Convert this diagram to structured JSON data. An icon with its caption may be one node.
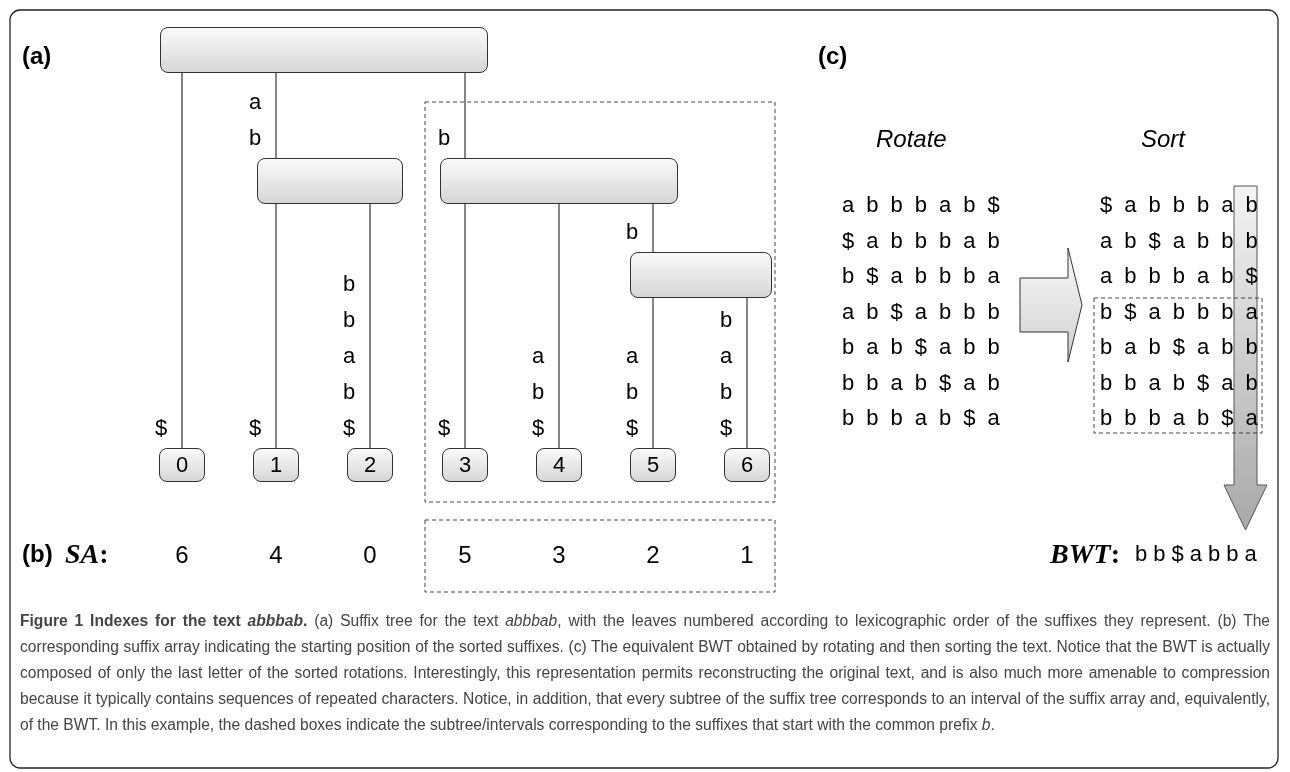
{
  "diagram": {
    "caption": "**Figure 1 Indexes for the text *abbbab*.** (a) Suffix tree for the text *abbbab*, with the leaves numbered according to lexicographic order of the suffixes they represent. (b) The corresponding suffix array indicating the starting position of the sorted suffixes. (c) The equivalent BWT obtained by rotating and then sorting the text. Notice that the BWT is actually composed of only the last letter of the sorted rotations. Interestingly, this representation permits reconstructing the original text, and is also much more amenable to compression because it typically contains sequences of repeated characters. Notice, in addition, that every subtree of the suffix tree corresponds to an interval of the suffix array and, equivalently, of the BWT. In this example, the dashed boxes indicate the subtree/intervals corresponding to the suffixes that start with the common prefix *b*.",
    "nodes": [
      {
        "text": [],
        "shape": "box"
      },
      {
        "text": [],
        "shape": "box"
      },
      {
        "text": [],
        "shape": "box"
      },
      {
        "text": [],
        "shape": "box"
      },
      {
        "text": [
          "0"
        ]
      },
      {
        "text": [
          "1"
        ]
      },
      {
        "text": [
          "2"
        ]
      },
      {
        "text": [
          "3"
        ]
      },
      {
        "text": [
          "4"
        ]
      },
      {
        "text": [
          "5"
        ]
      },
      {
        "text": [
          "6"
        ]
      }
    ],
    "edges": [
      {
        "from": 0,
        "to": 4,
        "arrow": "none",
        "label": "$"
      },
      {
        "from": 0,
        "to": 1,
        "arrow": "none",
        "label": "ab"
      },
      {
        "from": 0,
        "to": 2,
        "arrow": "none",
        "label": "b"
      },
      {
        "from": 1,
        "to": 5,
        "arrow": "none",
        "label": "$"
      },
      {
        "from": 1,
        "to": 6,
        "arrow": "none",
        "label": "bbab$"
      },
      {
        "from": 2,
        "to": 7,
        "arrow": "none",
        "label": "$"
      },
      {
        "from": 2,
        "to": 8,
        "arrow": "none",
        "label": "ab$"
      },
      {
        "from": 2,
        "to": 3,
        "arrow": "none",
        "label": "b"
      },
      {
        "from": 3,
        "to": 9,
        "arrow": "none",
        "label": "ab$"
      },
      {
        "from": 3,
        "to": 10,
        "arrow": "none",
        "label": "bab$"
      }
    ],
    "labels": [
      "(a)",
      "(c)",
      "Rotate",
      "Sort",
      "abbbab$",
      "$abbbab",
      "$abbbab",
      "ab$abbb",
      "b$abbba",
      "abbbab$",
      "ab$abbb",
      "b$abbba",
      "bab$abb",
      "bab$abb",
      "bbab$ab",
      "bbab$ab",
      "bbbab$a",
      "bbbab$a",
      "(b)",
      "*SA*:",
      "6",
      "4",
      "0",
      "5",
      "3",
      "2",
      "1",
      "*BWT*:",
      "bb$abba"
    ]
  }
}
